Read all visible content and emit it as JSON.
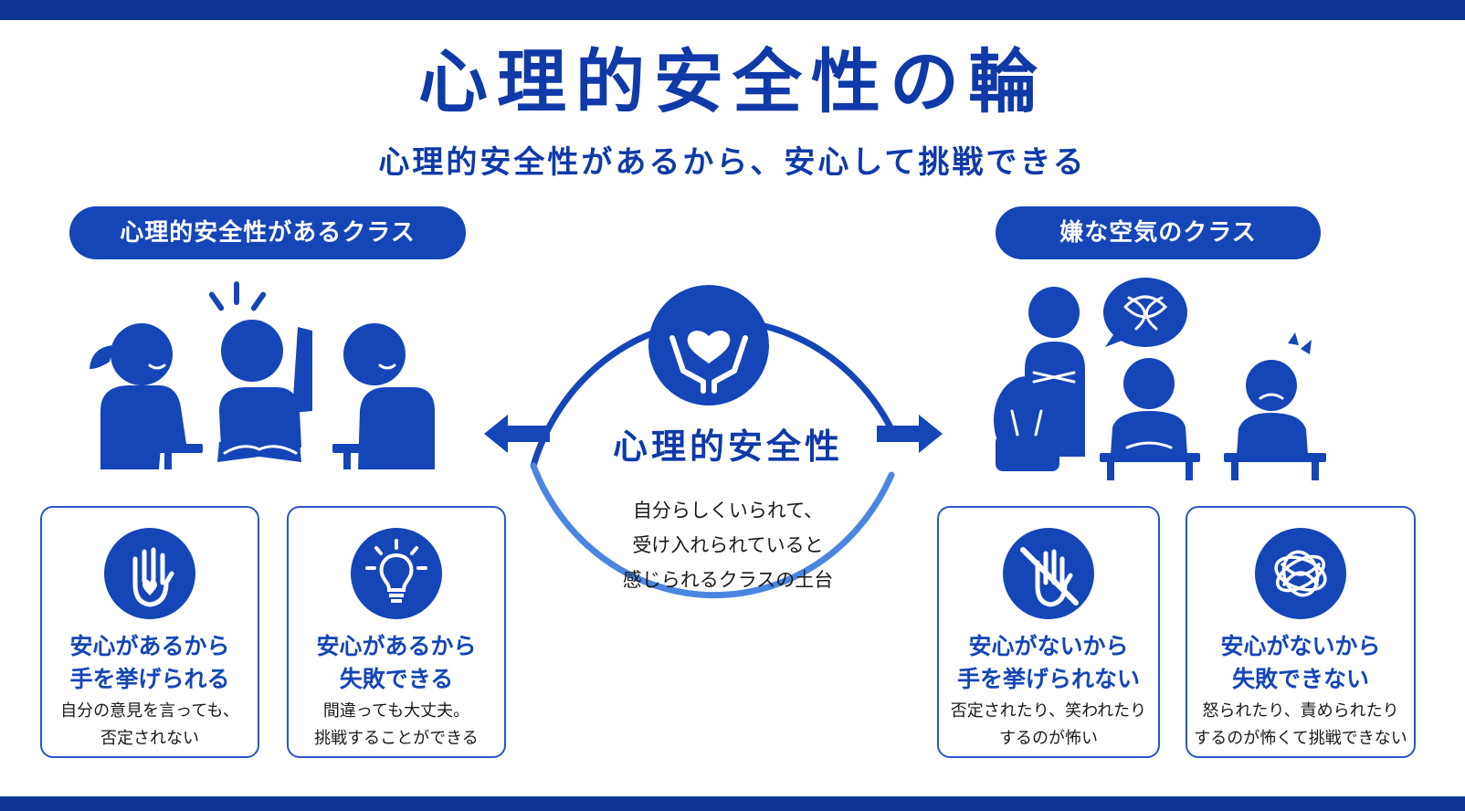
{
  "title": "心理的安全性の輪",
  "subtitle": "心理的安全性があるから、安心して挑戦できる",
  "left_section": {
    "label": "心理的安全性があるクラス",
    "cards": [
      {
        "icon": "open-hand-heart-icon",
        "title_line1": "安心があるから",
        "title_line2": "手を挙げられる",
        "desc_line1": "自分の意見を言っても、",
        "desc_line2": "否定されない"
      },
      {
        "icon": "lightbulb-icon",
        "title_line1": "安心があるから",
        "title_line2": "失敗できる",
        "desc_line1": "間違っても大丈夫。",
        "desc_line2": "挑戦することができる"
      }
    ]
  },
  "center": {
    "icon": "hands-holding-heart-icon",
    "label": "心理的安全性",
    "desc_line1": "自分らしくいられて、",
    "desc_line2": "受け入れられていると",
    "desc_line3": "感じられるクラスの土台"
  },
  "right_section": {
    "label": "嫌な空気のクラス",
    "cards": [
      {
        "icon": "crossed-hand-icon",
        "title_line1": "安心がないから",
        "title_line2": "手を挙げられない",
        "desc_line1": "否定されたり、笑われたり",
        "desc_line2": "するのが怖い"
      },
      {
        "icon": "tangled-scribble-icon",
        "title_line1": "安心がないから",
        "title_line2": "失敗できない",
        "desc_line1": "怒られたり、責められたり",
        "desc_line2": "するのが怖くて挑戦できない"
      }
    ]
  },
  "colors": {
    "primary": "#1546b8",
    "dark": "#0d3596",
    "ring_light": "#4a86e0",
    "text": "#1a1a1a"
  }
}
